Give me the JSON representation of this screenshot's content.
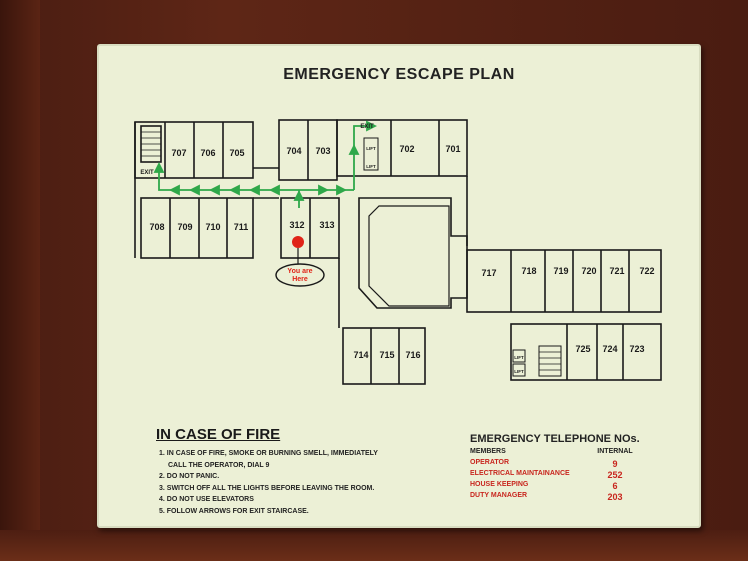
{
  "title": "EMERGENCY ESCAPE PLAN",
  "map": {
    "rooms": [
      "707",
      "706",
      "705",
      "704",
      "703",
      "702",
      "701",
      "708",
      "709",
      "710",
      "711",
      "312",
      "313",
      "717",
      "718",
      "719",
      "720",
      "721",
      "722",
      "714",
      "715",
      "716",
      "725",
      "724",
      "723"
    ],
    "labels": {
      "exit_left": "EXIT",
      "exit_top": "EXIT",
      "lift": "LIFT"
    },
    "you_are_here": [
      "You are",
      "Here"
    ]
  },
  "fire": {
    "heading": "IN CASE OF FIRE",
    "steps": [
      "1. IN CASE OF FIRE, SMOKE OR BURNING SMELL, IMMEDIATELY",
      "CALL THE OPERATOR, DIAL 9",
      "2. DO NOT PANIC.",
      "3. SWITCH OFF ALL THE LIGHTS BEFORE LEAVING THE ROOM.",
      "4. DO NOT USE ELEVATORS",
      "5. FOLLOW ARROWS FOR EXIT STAIRCASE."
    ]
  },
  "telephone": {
    "heading": "EMERGENCY TELEPHONE NOs.",
    "col_members": "MEMBERS",
    "col_internal": "INTERNAL",
    "rows": [
      {
        "name": "OPERATOR",
        "ext": "9"
      },
      {
        "name": "ELECTRICAL MAINTAINANCE",
        "ext": "252"
      },
      {
        "name": "HOUSE KEEPING",
        "ext": "6"
      },
      {
        "name": "DUTY MANAGER",
        "ext": "203"
      }
    ]
  },
  "colors": {
    "arrow": "#2fa84a",
    "marker": "#e02418",
    "red_text": "#c8261e"
  }
}
